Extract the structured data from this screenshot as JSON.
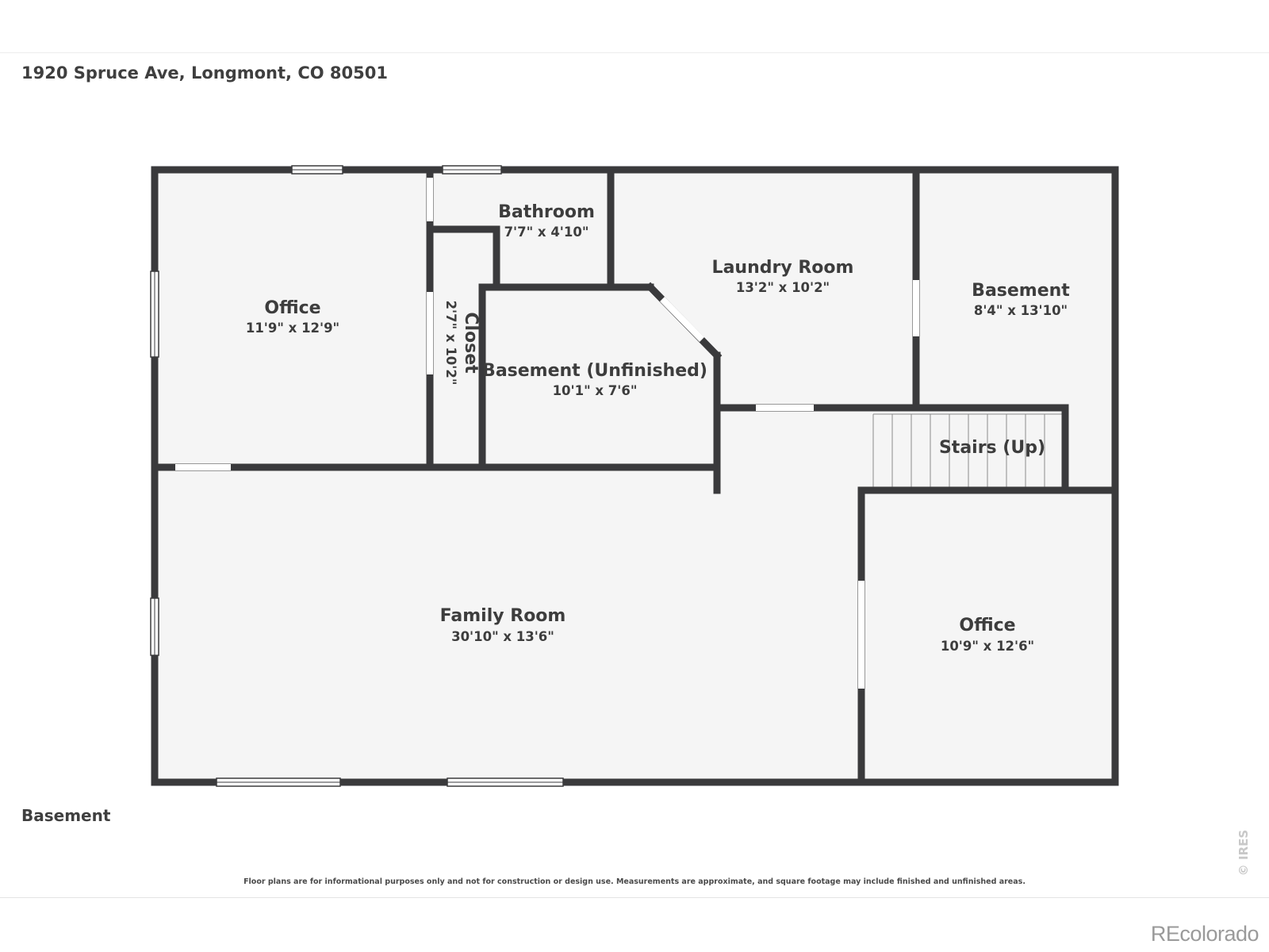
{
  "header": {
    "address": "1920 Spruce Ave, Longmont, CO 80501"
  },
  "floor": {
    "label": "Basement"
  },
  "rooms": [
    {
      "name": "Office",
      "dims": "11'9\" x 12'9\""
    },
    {
      "name": "Bathroom",
      "dims": "7'7\" x 4'10\""
    },
    {
      "name": "Closet",
      "dims": "2'7\" x 10'2\""
    },
    {
      "name": "Basement (Unfinished)",
      "dims": "10'1\" x 7'6\""
    },
    {
      "name": "Laundry Room",
      "dims": "13'2\" x 10'2\""
    },
    {
      "name": "Basement",
      "dims": "8'4\" x 13'10\""
    },
    {
      "name": "Stairs (Up)",
      "dims": ""
    },
    {
      "name": "Family Room",
      "dims": "30'10\" x 13'6\""
    },
    {
      "name": "Office",
      "dims": "10'9\" x 12'6\""
    }
  ],
  "footer": {
    "disclaimer": "Floor plans are for informational purposes only and not for construction or design use. Measurements are approximate, and square footage may include finished and unfinished areas.",
    "copyright": "© IRES",
    "brand": "REcolorado"
  },
  "colors": {
    "wall": "#3a3a3c",
    "floor": "#f5f5f5",
    "window": "#ffffff",
    "text": "#3d3d3d"
  }
}
